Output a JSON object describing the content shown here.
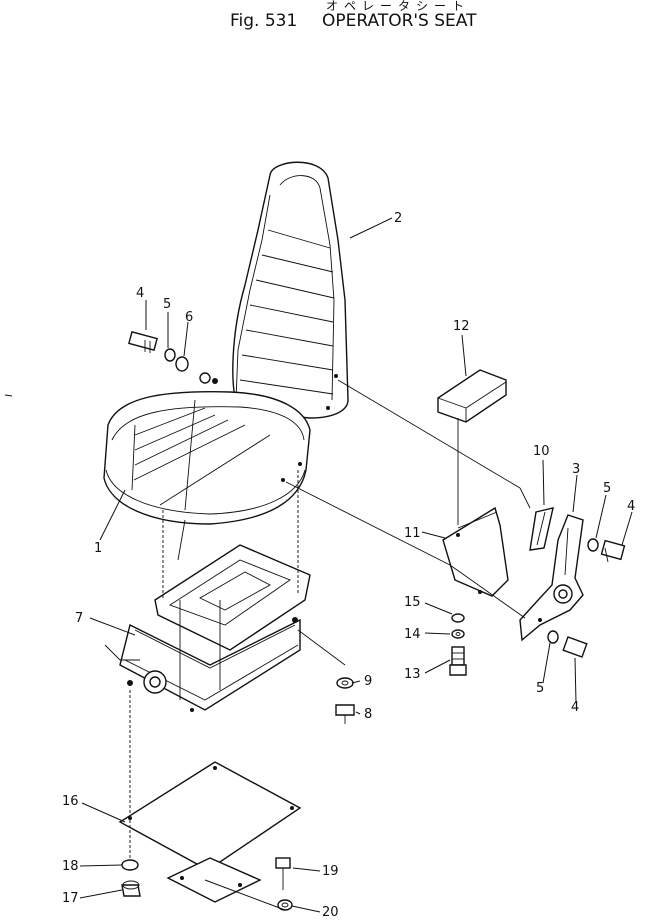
{
  "header": {
    "subtitle_jp": "オペレータシート",
    "figure_number": "Fig. 531",
    "title": "OPERATOR'S SEAT"
  },
  "callouts": {
    "p1": "1",
    "p2": "2",
    "p3": "3",
    "p4a": "4",
    "p4b": "4",
    "p4c": "4",
    "p5a": "5",
    "p5b": "5",
    "p5c": "5",
    "p6": "6",
    "p7": "7",
    "p8": "8",
    "p9": "9",
    "p10": "10",
    "p11": "11",
    "p12": "12",
    "p13": "13",
    "p14": "14",
    "p15": "15",
    "p16": "16",
    "p17": "17",
    "p18": "18",
    "p19": "19",
    "p20": "20"
  }
}
